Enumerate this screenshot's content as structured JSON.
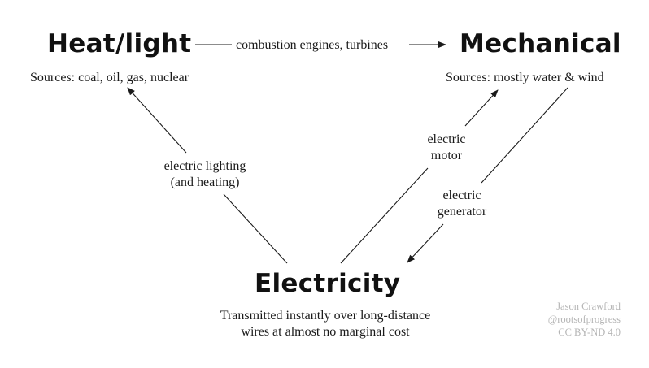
{
  "nodes": {
    "heat_light": {
      "title": "Heat/light",
      "subtitle": "Sources: coal, oil, gas, nuclear"
    },
    "mechanical": {
      "title": "Mechanical",
      "subtitle": "Sources: mostly water & wind"
    },
    "electricity": {
      "title": "Electricity",
      "subtitle_line1": "Transmitted instantly over long-distance",
      "subtitle_line2": "wires at almost no marginal cost"
    }
  },
  "edges": {
    "heat_to_mechanical": {
      "label": "combustion engines, turbines",
      "from": "Heat/light",
      "to": "Mechanical"
    },
    "electricity_to_heat": {
      "label_line1": "electric lighting",
      "label_line2": "(and heating)",
      "from": "Electricity",
      "to": "Heat/light"
    },
    "electricity_to_mechanical": {
      "label_line1": "electric",
      "label_line2": "motor",
      "from": "Electricity",
      "to": "Mechanical"
    },
    "mechanical_to_electricity": {
      "label_line1": "electric",
      "label_line2": "generator",
      "from": "Mechanical",
      "to": "Electricity"
    }
  },
  "credit": {
    "author": "Jason Crawford",
    "handle": "@rootsofprogress",
    "license": "CC BY-ND 4.0"
  },
  "colors": {
    "text": "#111111",
    "line": "#1a1a1a",
    "credit": "#b5b5b5"
  }
}
